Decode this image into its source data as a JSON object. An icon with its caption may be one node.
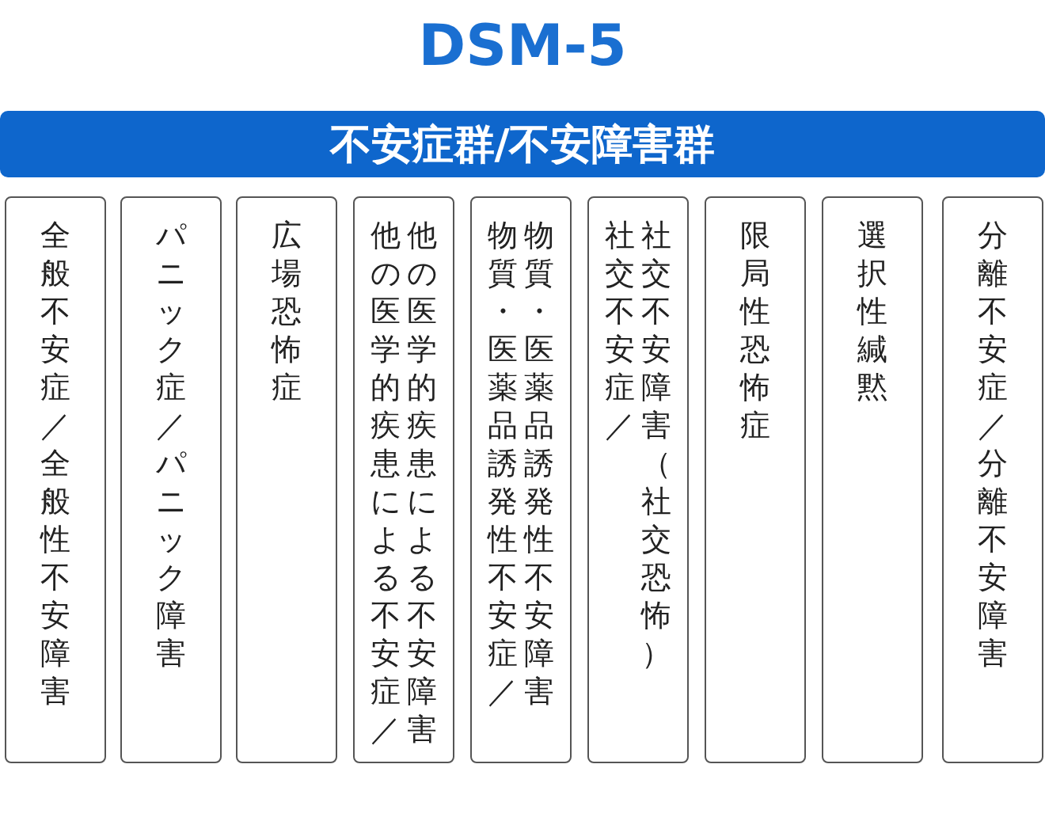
{
  "diagram": {
    "title": "DSM-5",
    "nodes": [
      {
        "text": [
          "不安症群/不安障害群"
        ]
      },
      {
        "text": [
          "全般不安症／全般性不安障害"
        ]
      },
      {
        "text": [
          "パニック症／パニック障害"
        ]
      },
      {
        "text": [
          "広場恐怖症"
        ]
      },
      {
        "text": [
          "他の医学的疾患による不安症／他の医学的疾患による不安障害"
        ]
      },
      {
        "text": [
          "物質・医薬品誘発性不安症／物質・医薬品誘発性不安障害"
        ]
      },
      {
        "text": [
          "社交不安症／社交不安障害（社交恐怖）"
        ]
      },
      {
        "text": [
          "限局性恐怖症"
        ]
      },
      {
        "text": [
          "選択性緘黙"
        ]
      },
      {
        "text": [
          "分離不安症／分離不安障害"
        ]
      }
    ]
  }
}
